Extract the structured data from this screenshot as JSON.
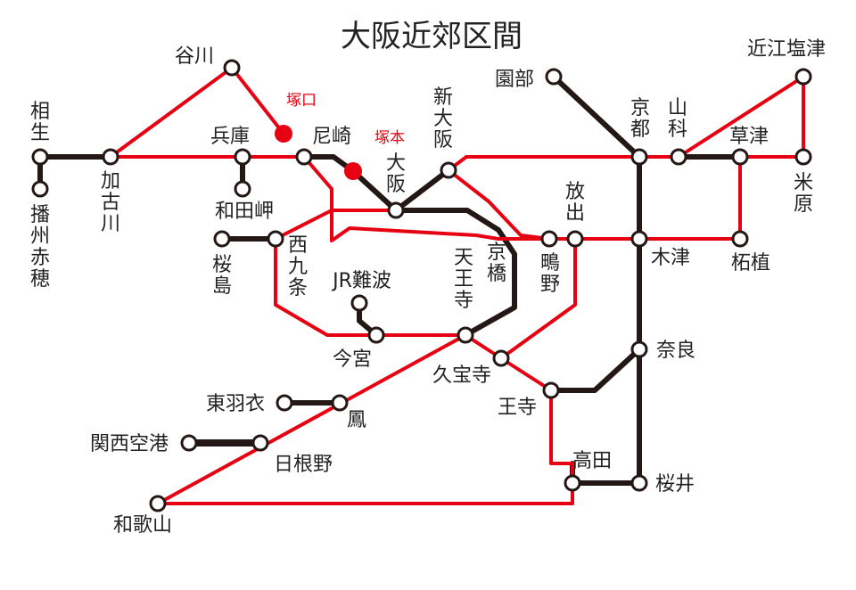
{
  "title": "大阪近郊区間",
  "colors": {
    "red_line": "#e60012",
    "black_line": "#231815",
    "text": "#222222",
    "station_fill": "#ffffff"
  },
  "stations": {
    "aioi": "相生",
    "banshu_ako": "播州赤穂",
    "kakogawa": "加古川",
    "tanigawa": "谷川",
    "hyogo": "兵庫",
    "wadamisaki": "和田岬",
    "amagasaki": "尼崎",
    "tsukaguchi": "塚口",
    "tsukamoto": "塚本",
    "osaka": "大阪",
    "shin_osaka": "新大阪",
    "sakurajima": "桜島",
    "nishikujo": "西九条",
    "jr_namba": "JR難波",
    "imamiya": "今宮",
    "tennoji": "天王寺",
    "kyobashi": "京橋",
    "shigino": "鴫野",
    "hanaten": "放出",
    "sonobe": "園部",
    "kyoto": "京都",
    "yamashina": "山科",
    "kusatsu": "草津",
    "omi_shiotsu": "近江塩津",
    "maibara": "米原",
    "kizu": "木津",
    "tsuge": "柘植",
    "nara": "奈良",
    "kudara_ji": "久宝寺",
    "oji": "王寺",
    "takada": "高田",
    "sakurai": "桜井",
    "higashi_hagoromo": "東羽衣",
    "otori": "鳳",
    "kansai_airport": "関西空港",
    "hineno": "日根野",
    "wakayama": "和歌山"
  }
}
